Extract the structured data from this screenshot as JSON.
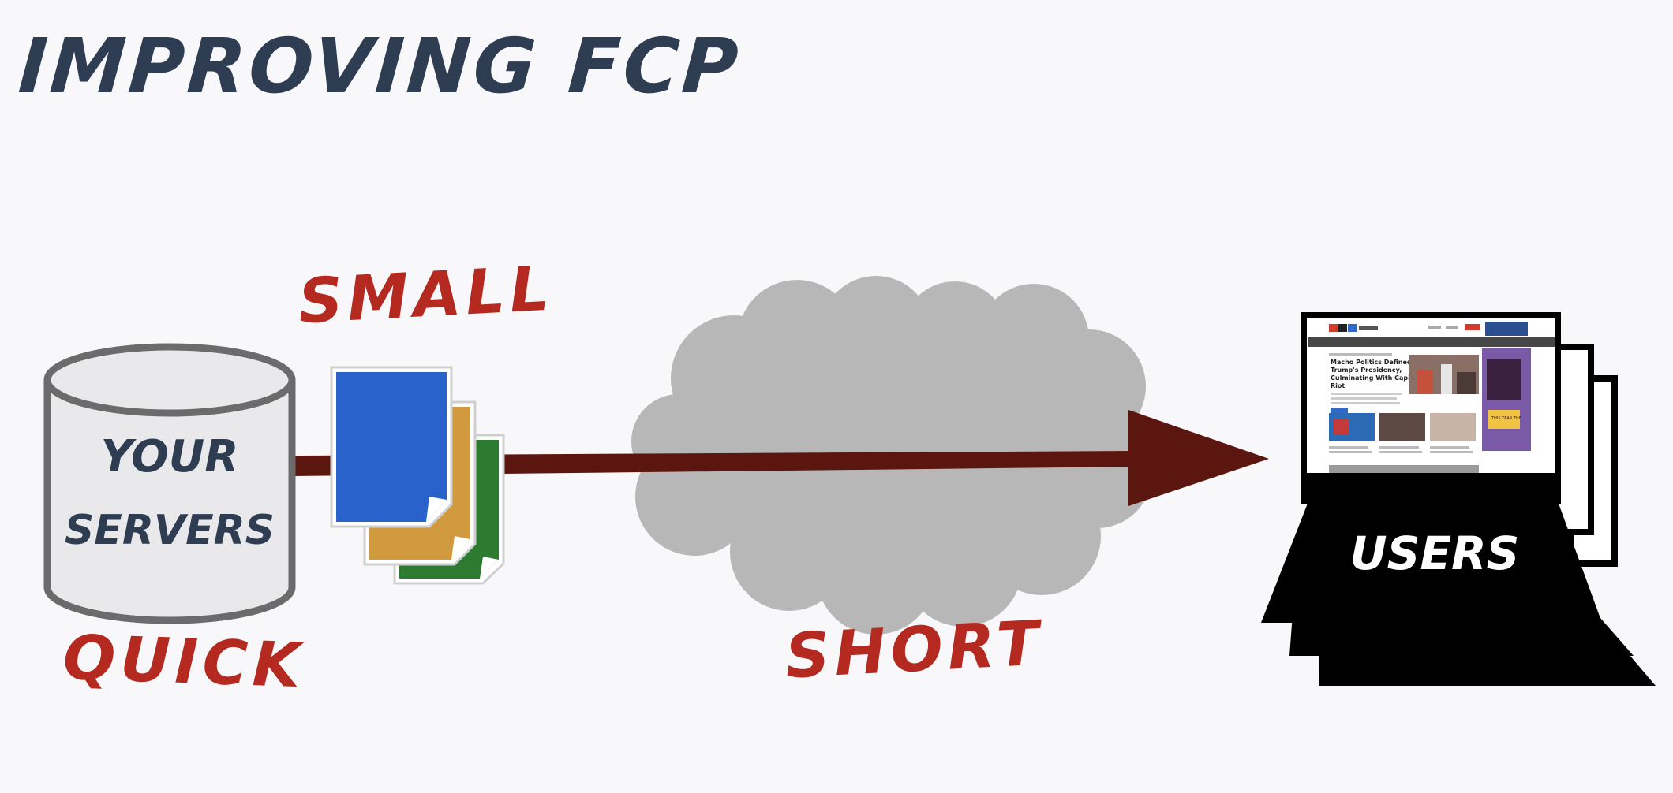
{
  "title": "IMPROVING FCP",
  "labels": {
    "small": "SMALL",
    "quick": "QUICK",
    "short": "SHORT"
  },
  "server": {
    "line1": "YOUR",
    "line2": "SERVERS"
  },
  "users": {
    "label": "USERS"
  },
  "webpage": {
    "logo": "npr",
    "headline": "Macho Politics Defined Trump's Presidency, Culminating With Capitol Riot",
    "promo": "THIS YEAR THE FESTIVAL IS COMING TO YOU"
  },
  "colors": {
    "title": "#2e3d52",
    "accent_red": "#b42a20",
    "arrow": "#5a160f",
    "cloud": "#b7b7b7",
    "doc_blue": "#2a62cc",
    "doc_orange": "#d29a3e",
    "doc_green": "#2d7a31"
  },
  "icons": {
    "server": "database-cylinder-icon",
    "files": "document-stack-icon",
    "network": "cloud-icon",
    "clients": "laptop-stack-icon"
  }
}
